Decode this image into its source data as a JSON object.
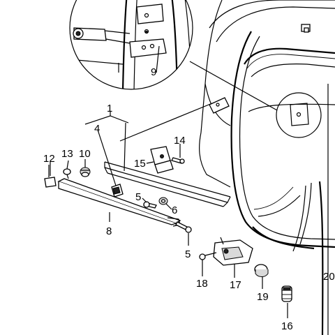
{
  "callouts": {
    "c1": "1",
    "c4": "4",
    "c5a": "5",
    "c5b": "5",
    "c6": "6",
    "c8": "8",
    "c9": "9",
    "c10": "10",
    "c12": "12",
    "c13": "13",
    "c14": "14",
    "c15": "15",
    "c16": "16",
    "c17": "17",
    "c18": "18",
    "c19": "19",
    "c20": "20"
  }
}
